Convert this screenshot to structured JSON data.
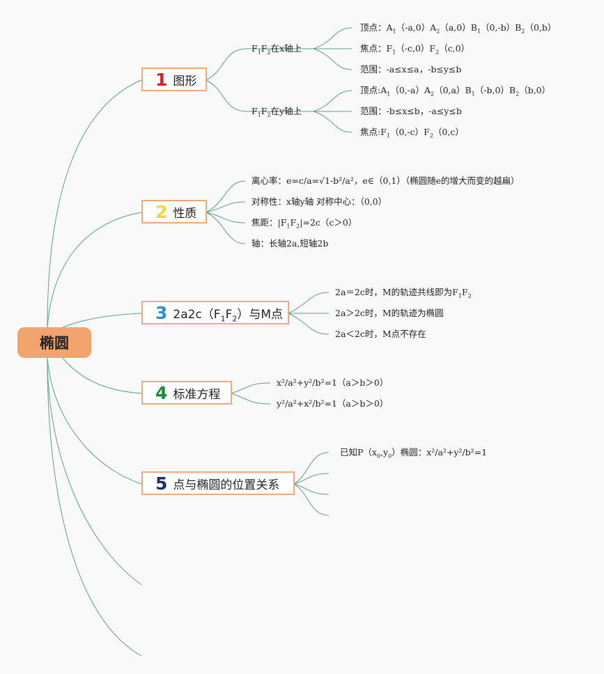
{
  "root": {
    "label": "椭圆"
  },
  "branches": [
    {
      "num": "1",
      "num_color": "#d22128",
      "label": "图形",
      "subs": [
        {
          "parts": [
            "F",
            "1",
            "F",
            "2",
            "在x轴上"
          ],
          "leaves": [
            {
              "parts": [
                "顶点：A",
                "1",
                "（-a,0）A",
                "2",
                "（a,0）B",
                "1",
                "（0,-b）B",
                "2",
                "（0,b）"
              ]
            },
            {
              "parts": [
                "焦点：F",
                "1",
                "（-c,0）F",
                "2",
                "（c,0）"
              ]
            },
            {
              "parts": [
                "范围：-a≤x≤a，-b≤y≤b"
              ]
            }
          ]
        },
        {
          "parts": [
            "F",
            "1",
            "F",
            "2",
            "在y轴上"
          ],
          "leaves": [
            {
              "parts": [
                "顶点:A",
                "1",
                "（0,-a）A",
                "2",
                "（0,a）B",
                "1",
                "（-b,0）B",
                "2",
                "（b,0）"
              ]
            },
            {
              "parts": [
                "范围：-b≤x≤b，-a≤y≤b"
              ]
            },
            {
              "parts": [
                "焦点:F",
                "1",
                "（0,-c）F",
                "2",
                "（0,c）"
              ]
            }
          ]
        }
      ]
    },
    {
      "num": "2",
      "num_color": "#f5d43c",
      "label": "性质",
      "leaves": [
        {
          "parts": [
            "离心率：e=c/a=√1-b²/a²，e∈（0,1）（椭圆随e的增大而变的越扁）"
          ]
        },
        {
          "parts": [
            "对称性：x轴y轴 对称中心：（0,0）"
          ]
        },
        {
          "parts": [
            "焦距：|F",
            "1",
            "F",
            "2",
            "|=2c（c＞0）"
          ]
        },
        {
          "parts": [
            "轴：长轴2a,短轴2b"
          ]
        }
      ]
    },
    {
      "num": "3",
      "num_color": "#2a8fd4",
      "label_parts": [
        "2a2c（F",
        "1",
        "F",
        "2",
        "）与M点"
      ],
      "leaves": [
        {
          "parts": [
            "2a＝2c时，M的轨迹共线即为F",
            "1",
            "F",
            "2"
          ]
        },
        {
          "parts": [
            "2a＞2c时，M的轨迹为椭圆"
          ]
        },
        {
          "parts": [
            "2a＜2c时，M点不存在"
          ]
        }
      ]
    },
    {
      "num": "4",
      "num_color": "#1d8a3c",
      "label": "标准方程",
      "leaves": [
        {
          "parts": [
            "x²/a²+y²/b²=1（a＞b＞0）"
          ]
        },
        {
          "parts": [
            "y²/a²+x²/b²=1（a＞b＞0）"
          ]
        }
      ]
    },
    {
      "num": "5",
      "num_color": "#1e2f6e",
      "label": "点与椭圆的位置关系",
      "leaves": [
        {
          "parts": [
            "已知P（x",
            "0",
            ",y",
            "0",
            "）椭圆：x²/a²+y²/b²=1"
          ]
        },
        {
          "parts": []
        },
        {
          "parts": []
        },
        {
          "parts": []
        }
      ]
    }
  ],
  "colors": {
    "link": "#5b9e8c",
    "root_fill": "#f2a46c",
    "branch_border": "#eeaa7c"
  }
}
